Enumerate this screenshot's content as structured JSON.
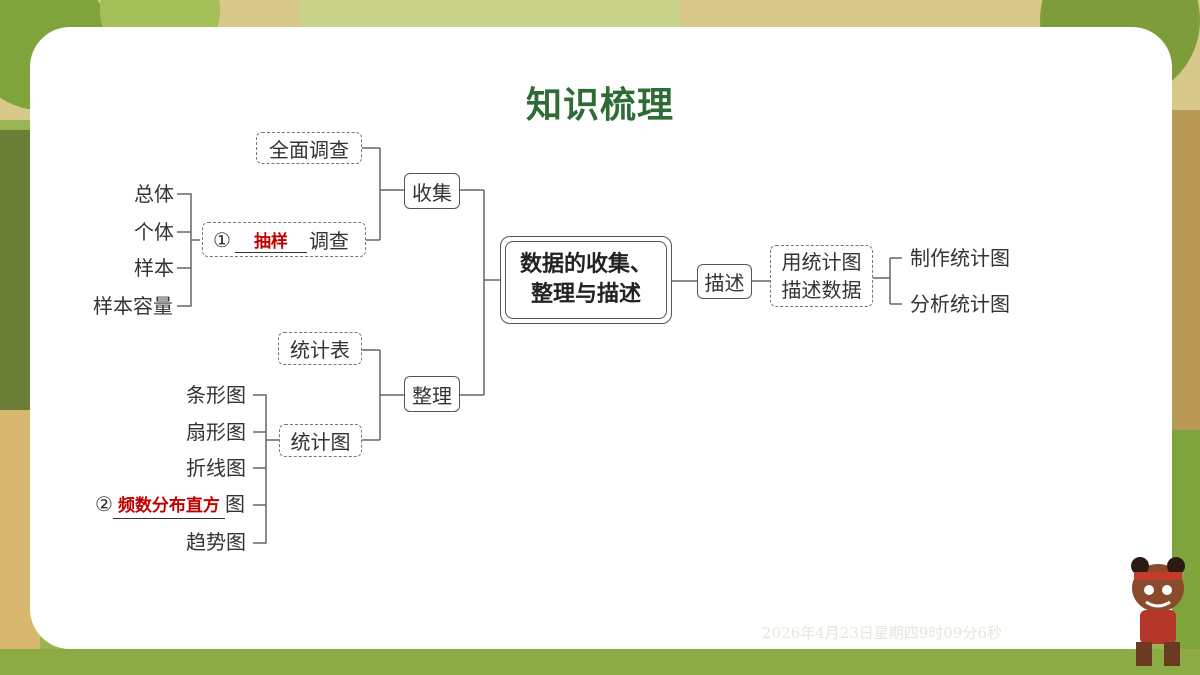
{
  "title": "知识梳理",
  "central": {
    "line1": "数据的收集、",
    "line2": "整理与描述"
  },
  "collect": {
    "label": "收集",
    "full_survey": "全面调查",
    "sample_survey": {
      "number": "①",
      "answer": "抽样",
      "suffix": "调查"
    },
    "concepts": [
      "总体",
      "个体",
      "样本",
      "样本容量"
    ]
  },
  "organize": {
    "label": "整理",
    "table": "统计表",
    "chart": "统计图",
    "chart_types": [
      "条形图",
      "扇形图",
      "折线图"
    ],
    "histogram": {
      "number": "②",
      "answer": "频数分布直方",
      "suffix": "图"
    },
    "trend": "趋势图"
  },
  "describe": {
    "label": "描述",
    "box_line1": "用统计图",
    "box_line2": "描述数据",
    "items": [
      "制作统计图",
      "分析统计图"
    ]
  },
  "timestamp": "2026年4月23日星期四9时09分6秒"
}
